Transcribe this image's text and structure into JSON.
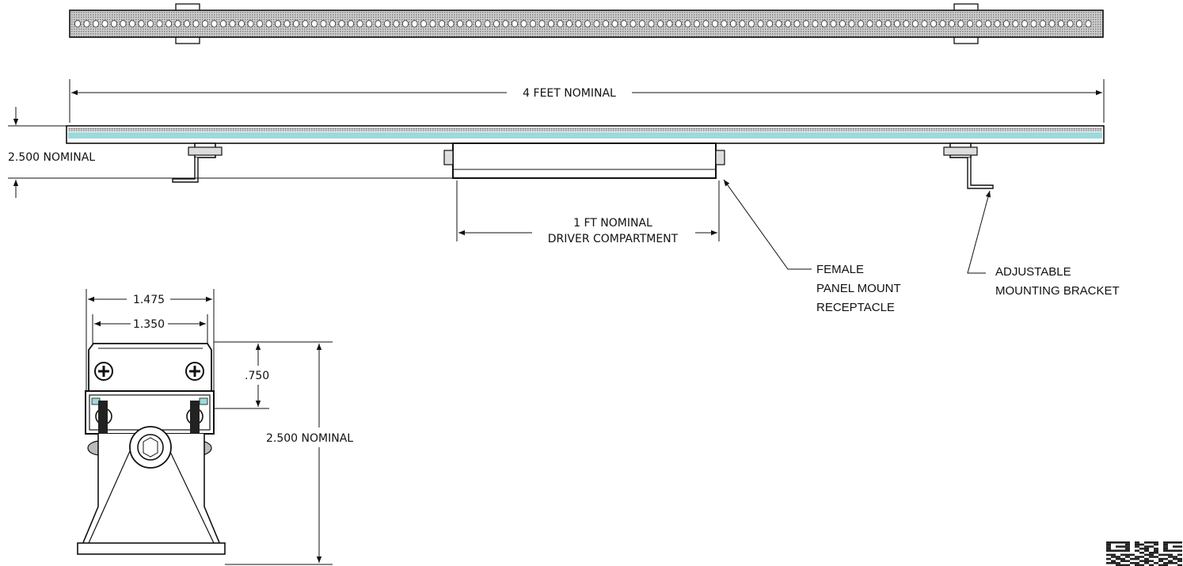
{
  "top_view": {
    "led_pattern": "dots"
  },
  "side_view": {
    "length_label": "4 FEET NOMINAL",
    "height_label": "2.500 NOMINAL",
    "driver_label_line1": "1 FT NOMINAL",
    "driver_label_line2": "DRIVER COMPARTMENT",
    "receptacle_label": [
      "FEMALE",
      "PANEL MOUNT",
      "RECEPTACLE"
    ],
    "bracket_label": [
      "ADJUSTABLE",
      "MOUNTING BRACKET"
    ]
  },
  "end_view": {
    "outer_width_label": "1.475",
    "inner_width_label": "1.350",
    "depth_label": ".750",
    "height_label": "2.500 NOMINAL"
  },
  "colors": {
    "lens": "#9ed9dc",
    "line": "#111111",
    "led_bar": "#8a8a8a"
  }
}
